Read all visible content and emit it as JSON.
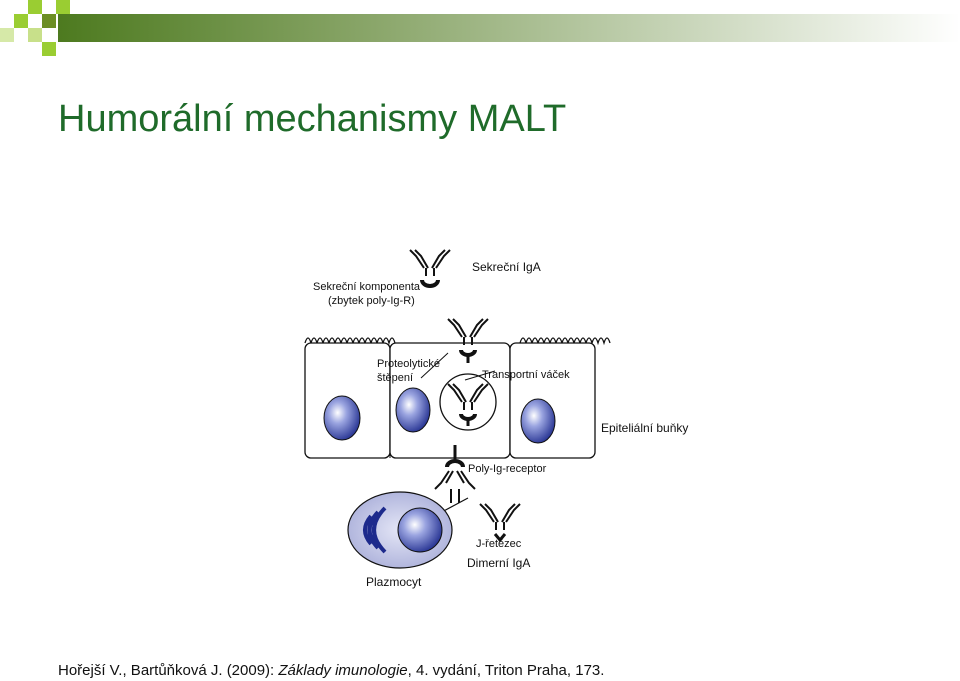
{
  "slide": {
    "title": "Humorální mechanismy MALT",
    "accent_color": "#1f6b2a",
    "bar_green": "#6b8e23"
  },
  "diagram": {
    "labels": {
      "secretory_component_1": "Sekreční komponenta",
      "secretory_component_2": "(zbytek poly-Ig-R)",
      "secretory_iga": "Sekreční IgA",
      "proteolytic_1": "Proteolytické",
      "proteolytic_2": "štěpení",
      "transport_vesicle": "Transportní váček",
      "epithelial_cells": "Epiteliální buňky",
      "poly_ig_receptor": "Poly-Ig-receptor",
      "j_chain": "J-řetězec",
      "dimeric_iga": "Dimerní IgA",
      "plasma_cell": "Plazmocyt"
    }
  },
  "citation": {
    "part1": "Hořejší V., Bartůňková J. (2009): ",
    "book": "Základy imunologie",
    "part2": ", 4. vydání, Triton Praha, 173."
  }
}
